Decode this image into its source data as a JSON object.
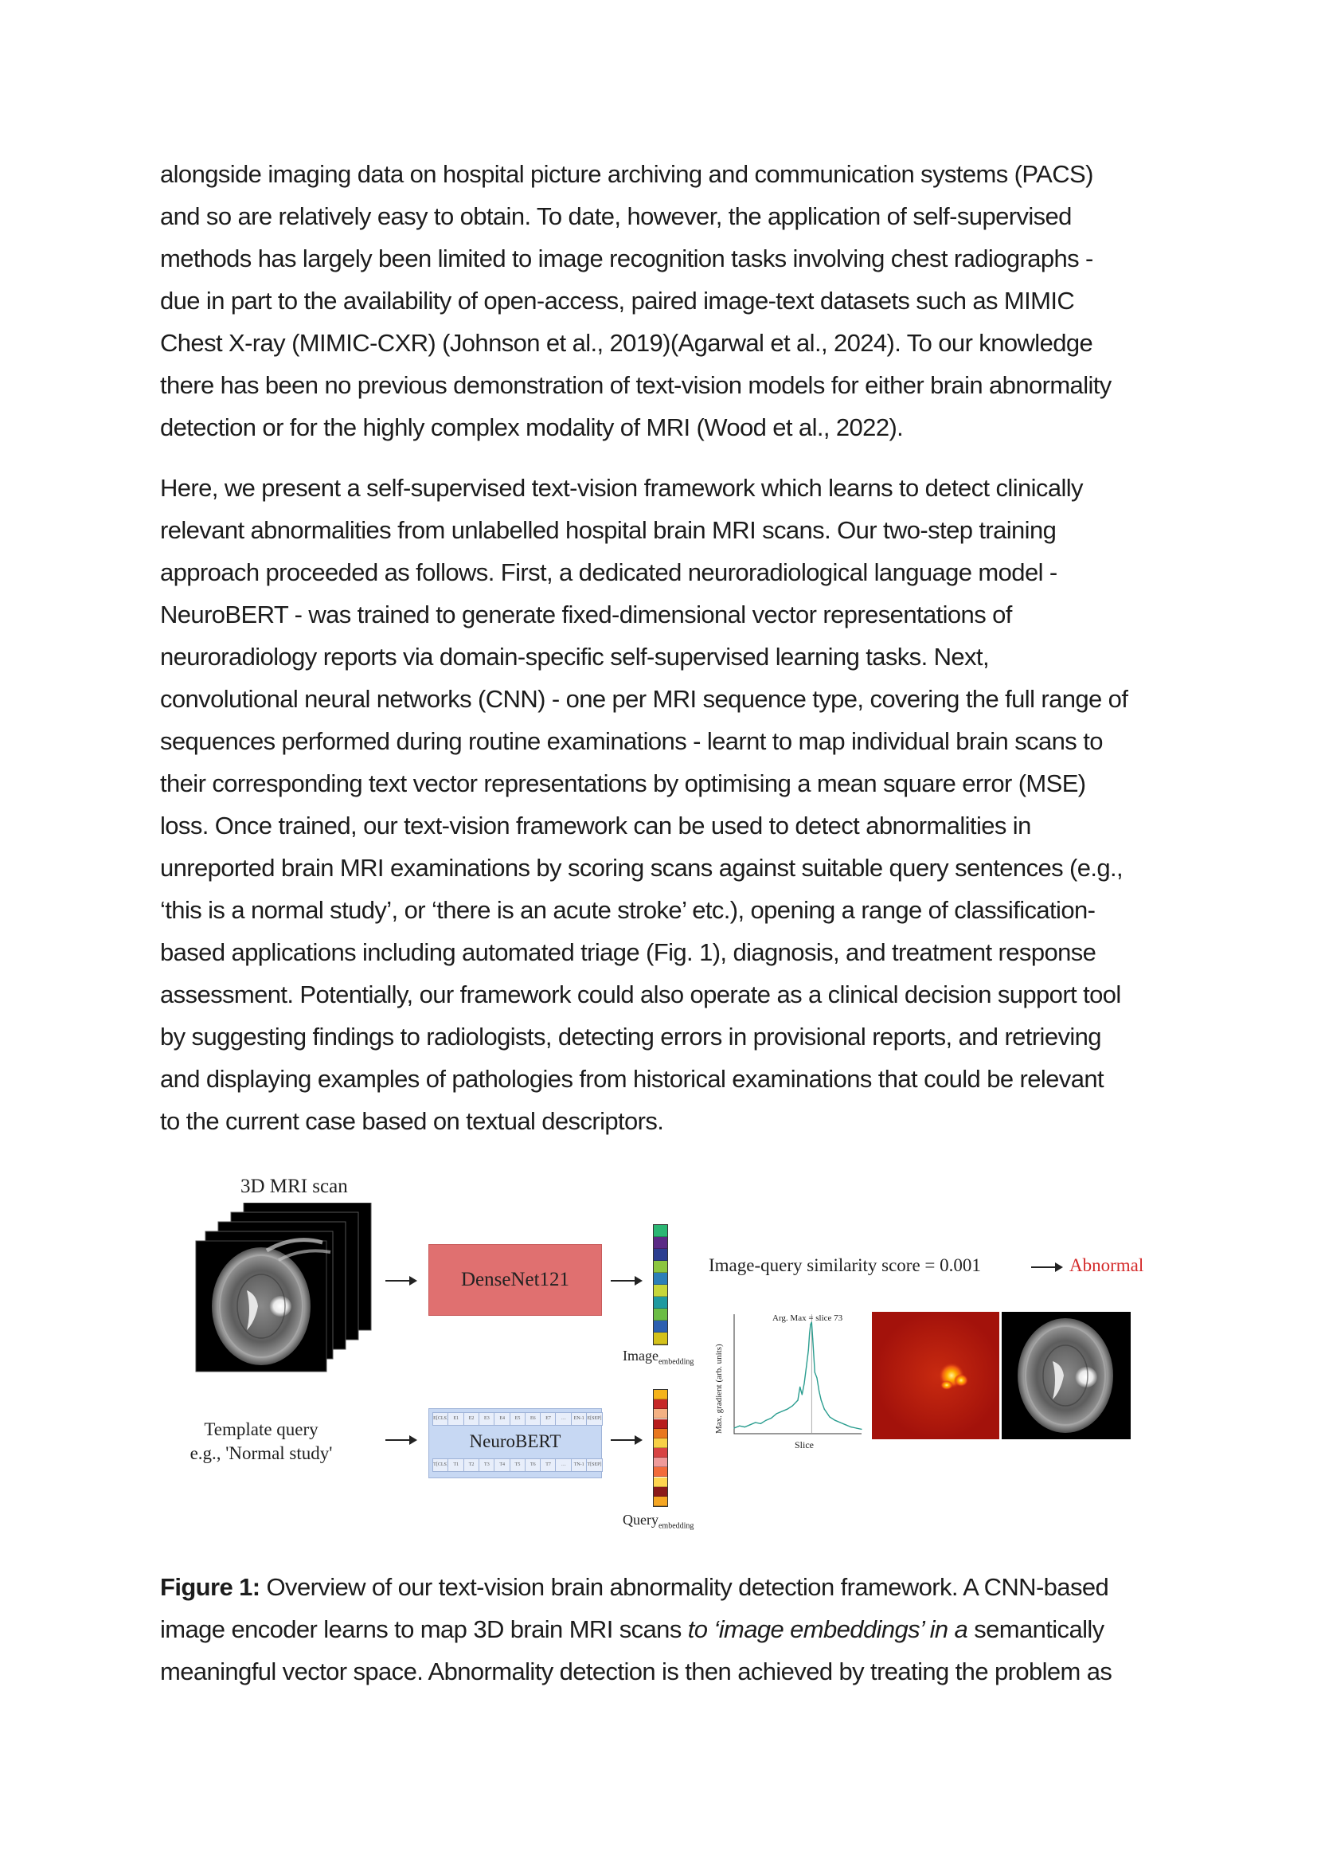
{
  "paragraphs": {
    "p1": [
      "alongside imaging data on hospital picture archiving and communication systems (PACS)",
      "and so are relatively easy to obtain. To date, however, the application of self-supervised",
      "methods has largely been limited to image recognition tasks involving chest radiographs -",
      "due in part to the availability of open-access, paired image-text datasets such as MIMIC",
      "Chest X-ray (MIMIC-CXR)  (Johnson et al., 2019)(Agarwal et al., 2024). To our knowledge",
      "there has been no previous demonstration of text-vision models for either brain abnormality",
      "detection or for the highly complex modality of MRI (Wood et al., 2022)."
    ],
    "p2": [
      "Here, we present a self-supervised text-vision framework which learns to detect clinically",
      "relevant abnormalities from unlabelled hospital brain MRI scans. Our two-step training",
      "approach proceeded as follows. First, a dedicated neuroradiological language model -",
      "NeuroBERT - was trained to generate fixed-dimensional vector representations of",
      "neuroradiology reports via domain-specific self-supervised learning tasks. Next,",
      "convolutional neural networks (CNN) - one per MRI sequence type, covering the full range of",
      "sequences performed during routine examinations - learnt to map individual brain scans to",
      "their corresponding text vector representations by optimising a mean square error (MSE)",
      "loss. Once trained, our text-vision framework can be used to detect abnormalities in",
      "unreported brain MRI examinations by scoring scans against suitable query sentences (e.g.,",
      "‘this is a normal study’, or ‘there is an acute stroke’ etc.), opening a range of classification-",
      "based applications including automated triage (Fig. 1), diagnosis, and treatment response",
      "assessment. Potentially, our framework could also operate as a clinical decision support tool",
      "by suggesting findings to radiologists, detecting errors in provisional reports, and retrieving",
      "and displaying examples of pathologies from historical examinations that could be relevant",
      "to the current case based on textual descriptors."
    ]
  },
  "figure": {
    "scan_label": "3D MRI scan",
    "densenet_label": "DenseNet121",
    "neurobert_label": "NeuroBERT",
    "image_embedding_label": "Image",
    "image_embedding_sub": "embedding",
    "query_embedding_label": "Query",
    "query_embedding_sub": "embedding",
    "template_query_line1": "Template query",
    "template_query_line2": "e.g., 'Normal study'",
    "similarity_text": "Image-query similarity score = 0.001",
    "result_label": "Abnormal",
    "result_color": "#d42a2a",
    "densenet_color": "#e07070",
    "neurobert_color": "#c7d8f3",
    "image_embedding_colors": [
      "#2bb673",
      "#5b2a86",
      "#2c3e91",
      "#8cc63f",
      "#2c7fb8",
      "#c7d63a",
      "#1f9aa0",
      "#6bbd45",
      "#2c5fb0",
      "#d4c11a"
    ],
    "query_embedding_colors": [
      "#f5b31a",
      "#c62828",
      "#f4b183",
      "#b71c1c",
      "#e8771e",
      "#f7d046",
      "#d84343",
      "#ef9a9a",
      "#f26b3a",
      "#ffd54f",
      "#8b1a1a",
      "#f5a623"
    ],
    "bert_top_tokens": [
      "E[CLS]",
      "E1",
      "E2",
      "E3",
      "E4",
      "E5",
      "E6",
      "E7",
      "…",
      "EN-1",
      "E[SEP]"
    ],
    "bert_bottom_tokens": [
      "T[CLS]",
      "T1",
      "T2",
      "T3",
      "T4",
      "T5",
      "T6",
      "T7",
      "…",
      "TN-1",
      "T[SEP]"
    ],
    "chart": {
      "annotation": "Arg. Max = slice 73",
      "ylabel": "Max. gradient (arb. units)",
      "xlabel": "Slice",
      "line_color": "#2a9d8f"
    }
  },
  "chart_data": {
    "type": "line",
    "title": "",
    "xlabel": "Slice",
    "ylabel": "Max. gradient (arb. units)",
    "annotation": "Arg. Max = slice 73",
    "xlim": [
      0,
      120
    ],
    "x": [
      0,
      5,
      10,
      15,
      20,
      25,
      30,
      35,
      40,
      45,
      50,
      55,
      60,
      62,
      64,
      66,
      68,
      70,
      71,
      72,
      73,
      74,
      75,
      76,
      78,
      80,
      82,
      85,
      90,
      95,
      100,
      105,
      110,
      115,
      120
    ],
    "y": [
      0.05,
      0.07,
      0.06,
      0.08,
      0.1,
      0.09,
      0.12,
      0.14,
      0.18,
      0.2,
      0.22,
      0.25,
      0.3,
      0.42,
      0.35,
      0.45,
      0.6,
      0.75,
      0.9,
      0.98,
      1.0,
      0.85,
      0.7,
      0.55,
      0.5,
      0.38,
      0.3,
      0.22,
      0.15,
      0.12,
      0.1,
      0.08,
      0.06,
      0.05,
      0.04
    ]
  },
  "caption": {
    "label": "Figure 1:",
    "line1_rest": " Overview of our text-vision brain abnormality detection framework. A CNN-based",
    "line2_start": "image encoder learns to map 3D brain MRI scans ",
    "line2_italic": "to ‘image embeddings’ in a",
    "line2_end": " semantically",
    "line3": "meaningful vector space. Abnormality detection is then achieved by treating the problem as"
  }
}
